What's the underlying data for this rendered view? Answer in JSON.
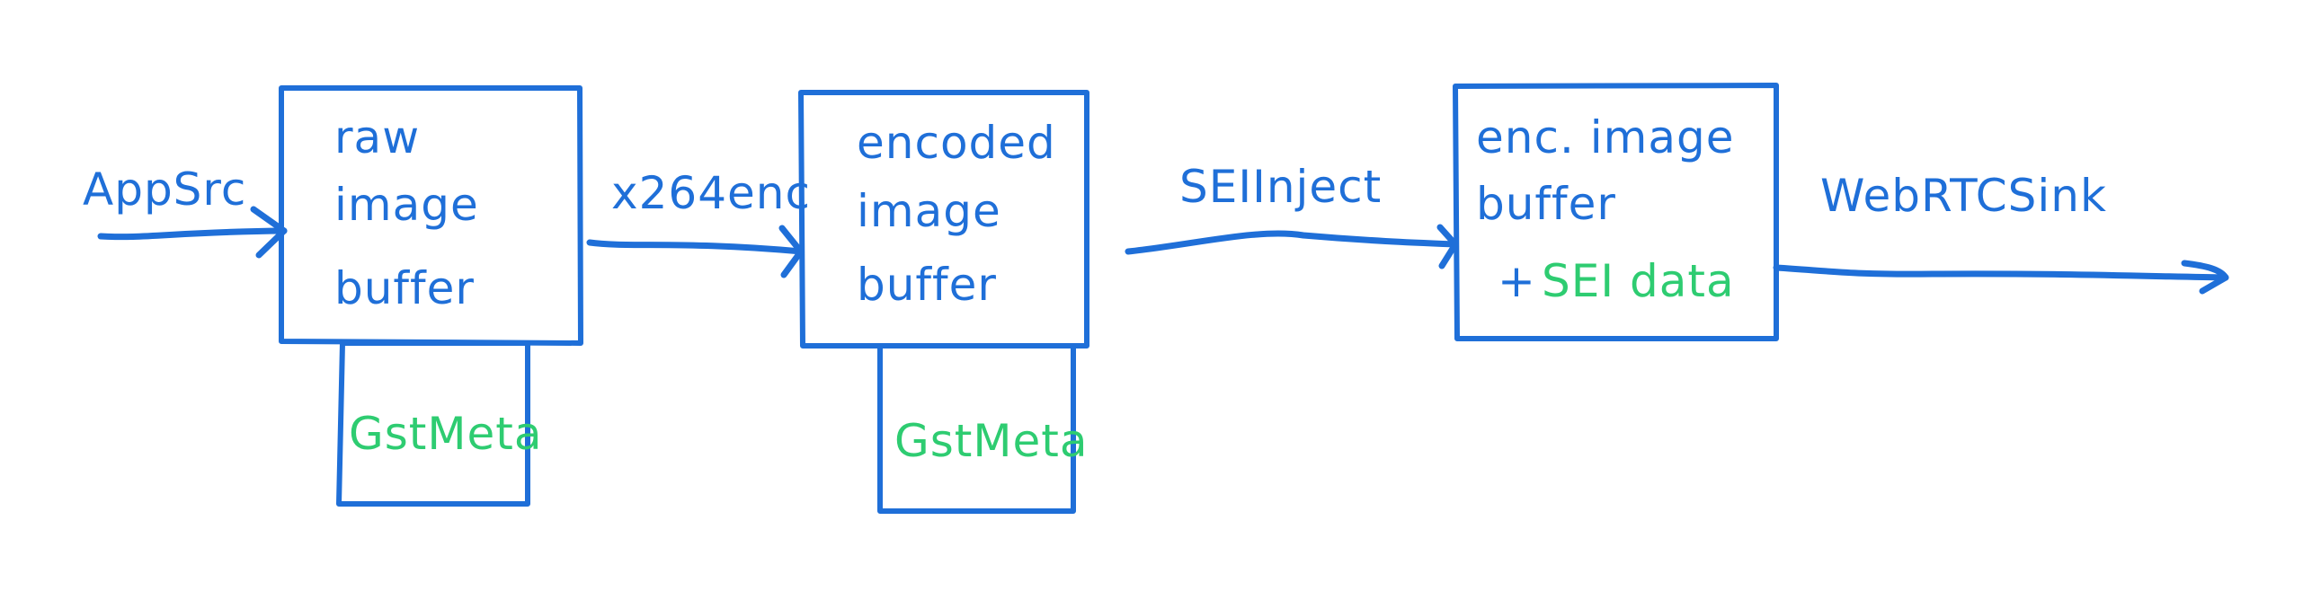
{
  "colors": {
    "stroke": "#1f6fd8",
    "meta": "#2ecc71"
  },
  "edges": {
    "source": "AppSrc",
    "encoder": "x264enc",
    "injector": "SEIInject",
    "sink": "WebRTCSink"
  },
  "nodes": {
    "raw": {
      "lines": [
        "raw",
        "image",
        "buffer"
      ],
      "meta": "GstMeta"
    },
    "encoded": {
      "lines": [
        "encoded",
        "image",
        "buffer"
      ],
      "meta": "GstMeta"
    },
    "final": {
      "lines": [
        "enc. image",
        "buffer"
      ],
      "plus": "+",
      "extra": "SEI data"
    }
  }
}
